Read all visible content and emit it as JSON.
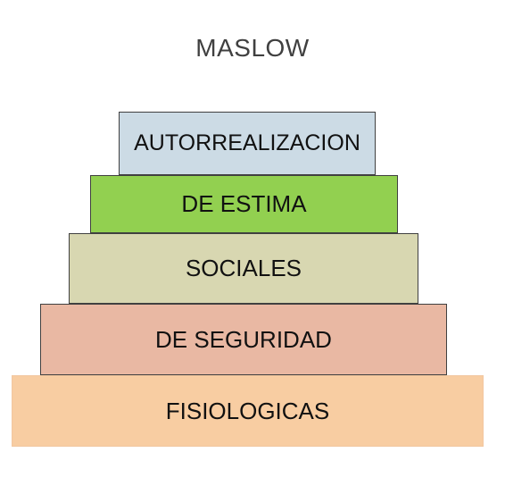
{
  "title": "MASLOW",
  "pyramid": {
    "levels": [
      {
        "label": "AUTORREALIZACION",
        "color": "#ccdbe5"
      },
      {
        "label": "DE ESTIMA",
        "color": "#92d050"
      },
      {
        "label": "SOCIALES",
        "color": "#d8d7b1"
      },
      {
        "label": "DE SEGURIDAD",
        "color": "#e9b8a3"
      },
      {
        "label": "FISIOLOGICAS",
        "color": "#f8cda2"
      }
    ]
  }
}
